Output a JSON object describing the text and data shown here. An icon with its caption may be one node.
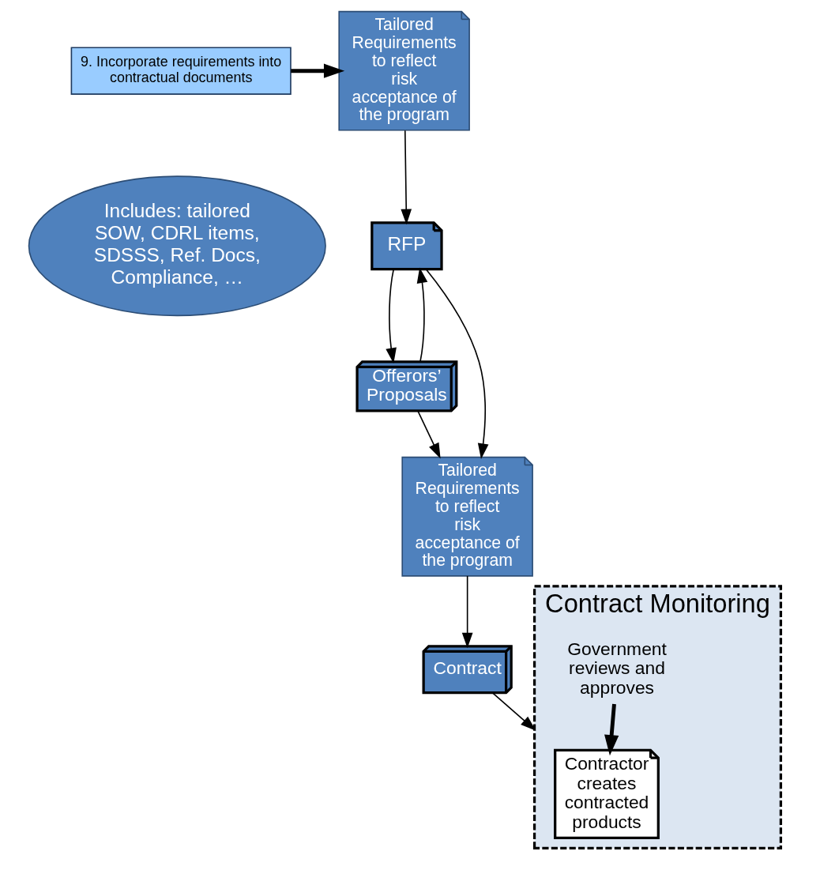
{
  "diagram": {
    "nodes": [
      {
        "text": [
          "9. Incorporate requirements into contractual documents"
        ]
      },
      {
        "text": [
          "Includes: tailored SOW, CDRL items, SDSSS, Ref. Docs, Compliance, …"
        ]
      },
      {
        "text": [
          "Tailored Requirements to reflect risk acceptance of the program"
        ]
      },
      {
        "text": [
          "RFP"
        ]
      },
      {
        "text": [
          "Offerors’ Proposals"
        ]
      },
      {
        "text": [
          "Tailored Requirements to reflect risk acceptance of the program"
        ]
      },
      {
        "text": [
          "Contract"
        ]
      },
      {
        "text": [
          "Contract Monitoring"
        ]
      },
      {
        "text": [
          "Contractor creates contracted products"
        ],
        "in": 7
      },
      {
        "text": [
          "Government reviews and approves"
        ],
        "in": 7
      }
    ],
    "edges": [
      {
        "from": 0,
        "to": 2,
        "arrow": "to",
        "style": "thick"
      },
      {
        "from": 2,
        "to": 3,
        "arrow": "to"
      },
      {
        "from": 4,
        "to": 3,
        "arrow": "to"
      },
      {
        "from": 3,
        "to": 4,
        "arrow": "to"
      },
      {
        "from": 3,
        "to": 5,
        "arrow": "to"
      },
      {
        "from": 4,
        "to": 5,
        "arrow": "to"
      },
      {
        "from": 5,
        "to": 6,
        "arrow": "to"
      },
      {
        "from": 6,
        "to": 7,
        "arrow": "to"
      },
      {
        "from": 9,
        "to": 8,
        "arrow": "to",
        "style": "thick"
      }
    ]
  }
}
